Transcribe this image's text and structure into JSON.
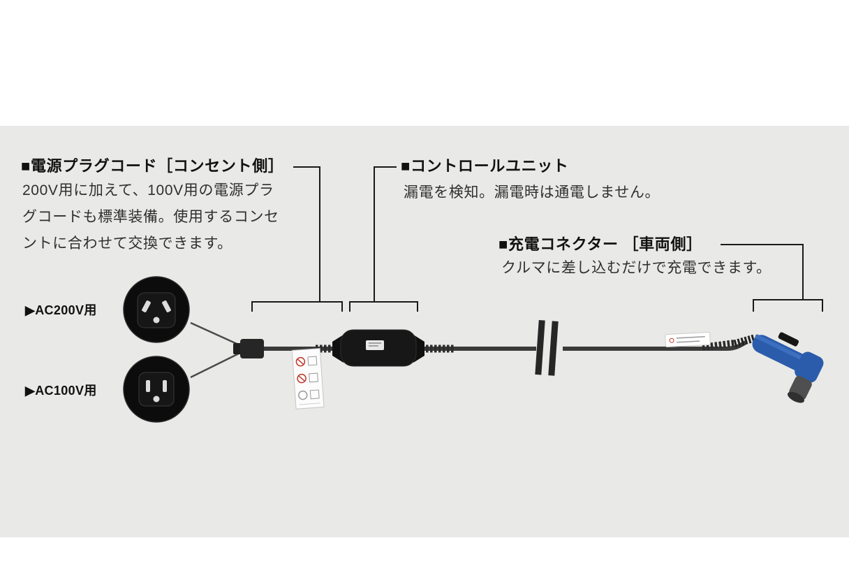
{
  "sections": {
    "plug": {
      "heading": "■電源プラグコード［コンセント側］",
      "body_lines": [
        "200V用に加えて、100V用の電源プラ",
        "グコードも標準装備。使用するコンセ",
        "ントに合わせて交換できます。"
      ]
    },
    "control": {
      "heading": "■コントロールユニット",
      "body": "漏電を検知。漏電時は通電しません。"
    },
    "connector": {
      "heading": "■充電コネクター ［車両側］",
      "body": "クルマに差し込むだけで充電できます。"
    }
  },
  "plug_options": {
    "ac200_label": "▶AC200V用",
    "ac100_label": "▶AC100V用"
  },
  "icons": {
    "ac200-plug-icon": "round-black-plug-face-angled-slots",
    "ac100-plug-icon": "round-black-plug-face-straight-slots",
    "cable-break-icon": "double-parallel-bars",
    "warning-tag-icon": "hang-tag-with-prohibition-symbols",
    "caution-tag-icon": "white-cable-label",
    "charging-connector-icon": "blue-ev-charging-gun"
  },
  "colors": {
    "band_bg": "#e9e9e7",
    "heading_text": "#111111",
    "body_text": "#2f2f2f",
    "callout_line": "#1a1a1a",
    "cable": "#3a3a3a",
    "control_unit": "#171717",
    "connector_blue": "#2b5cab",
    "tag_white": "#ffffff",
    "prohibition_red": "#c0392b"
  }
}
